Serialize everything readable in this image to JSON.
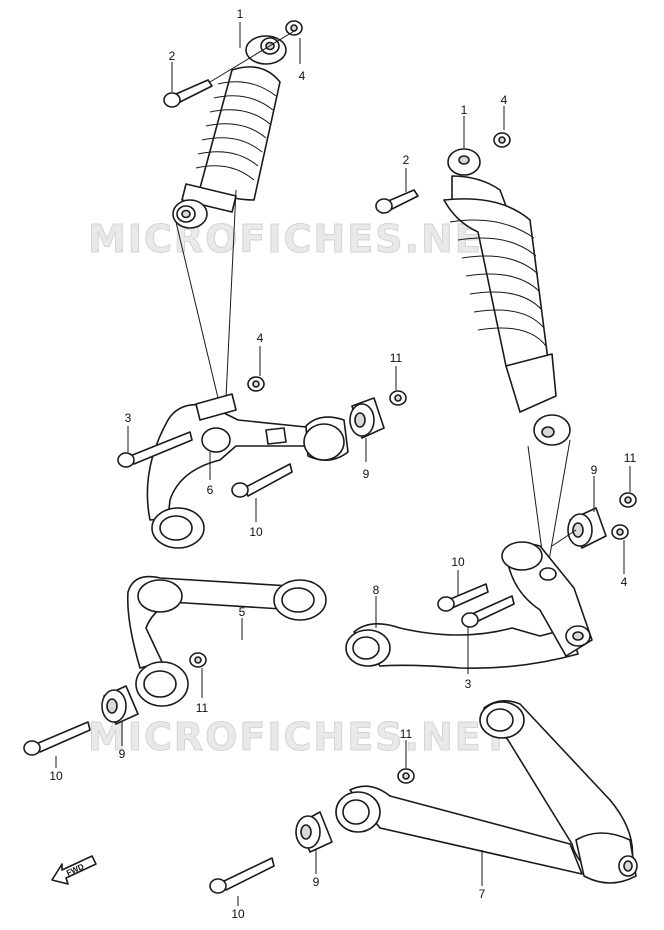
{
  "watermark": {
    "text_top": "MICROFICHES.NET",
    "text_bottom": "MICROFICHES.NET"
  },
  "fwd_label": "FWD",
  "callouts": {
    "c1a": "1",
    "c2a": "2",
    "c4a": "4",
    "c1b": "1",
    "c4b": "4",
    "c2b": "2",
    "c4c": "4",
    "c11a": "11",
    "c3a": "3",
    "c9a": "9",
    "c6": "6",
    "c10a": "10",
    "c9b": "9",
    "c11b": "11",
    "c10b": "10",
    "c4d": "4",
    "c8": "8",
    "c3b": "3",
    "c5": "5",
    "c11c": "11",
    "c9c": "9",
    "c10c": "10",
    "c11d": "11",
    "c9d": "9",
    "c7": "7",
    "c10d": "10"
  }
}
